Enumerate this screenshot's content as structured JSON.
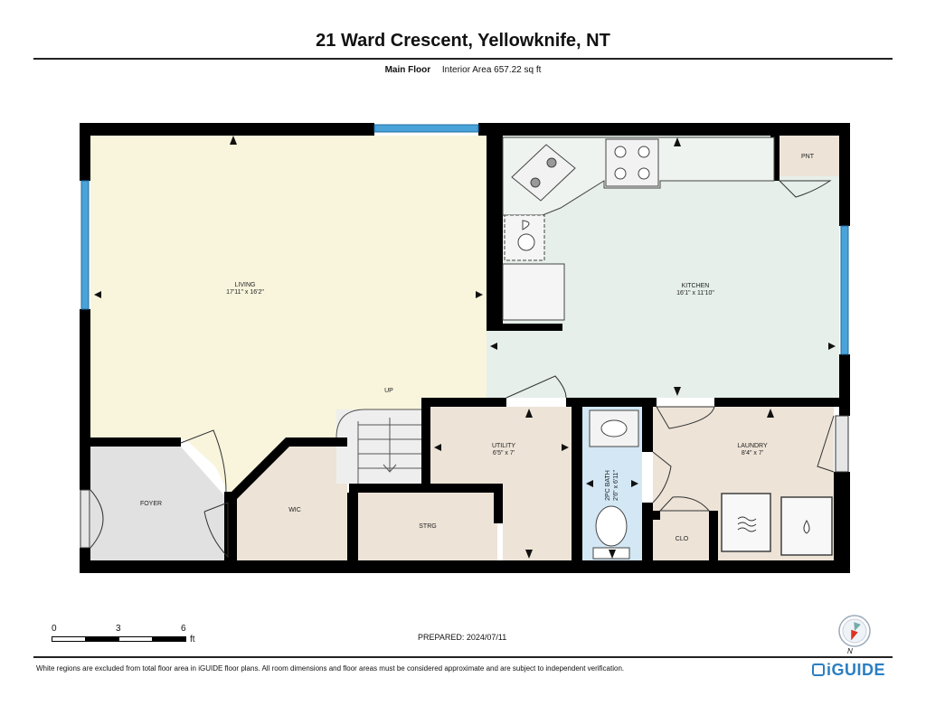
{
  "title": "21 Ward Crescent, Yellowknife, NT",
  "floor": {
    "name": "Main Floor",
    "area": "Interior Area 657.22 sq ft"
  },
  "rooms": {
    "living": {
      "label": "LIVING",
      "dims": "17'11\" x 16'2\""
    },
    "kitchen": {
      "label": "KITCHEN",
      "dims": "16'1\" x 11'10\""
    },
    "pantry": {
      "label": "PNT"
    },
    "up": {
      "label": "UP"
    },
    "utility": {
      "label": "UTILITY",
      "dims": "6'5\" x 7'"
    },
    "bath": {
      "label": "2PC BATH",
      "dims": "2'6\" x 6'11\""
    },
    "laundry": {
      "label": "LAUNDRY",
      "dims": "8'4\" x 7'"
    },
    "foyer": {
      "label": "FOYER"
    },
    "wic": {
      "label": "WIC"
    },
    "storage": {
      "label": "STRG"
    },
    "closet": {
      "label": "CLO"
    }
  },
  "scale": {
    "ticks": [
      "0",
      "3",
      "6"
    ],
    "unit": "ft"
  },
  "prepared": "PREPARED: 2024/07/11",
  "disclaimer": "White regions are excluded from total floor area in iGUIDE floor plans. All room dimensions and floor areas must be considered approximate and are subject to independent verification.",
  "logo": "iGUIDE",
  "compass": {
    "label": "N"
  },
  "colors": {
    "living": "#f8f5dc",
    "kitchen": "#e6efe9",
    "foyer": "#e1e1e1",
    "utility": "#ede3d7",
    "bath": "#d3e7f5",
    "wall": "#000000",
    "window": "#4aa3d8",
    "logo": "#2b7fc2"
  }
}
